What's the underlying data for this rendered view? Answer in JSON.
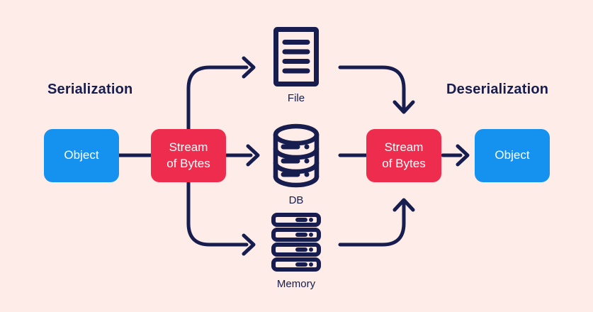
{
  "colors": {
    "bg": "#fdece7",
    "navy": "#171d4e",
    "blue": "#1591f0",
    "red": "#ee2d4e",
    "box-text": "#ffffff"
  },
  "titles": {
    "serialization": "Serialization",
    "deserialization": "Deserialization"
  },
  "serialization_flow": {
    "object": {
      "label": "Object"
    },
    "stream": {
      "line1": "Stream",
      "line2": "of Bytes"
    }
  },
  "targets": [
    {
      "id": "file",
      "label": "File",
      "icon": "file-icon"
    },
    {
      "id": "db",
      "label": "DB",
      "icon": "database-icon"
    },
    {
      "id": "memory",
      "label": "Memory",
      "icon": "server-stack-icon"
    }
  ],
  "deserialization_flow": {
    "stream": {
      "line1": "Stream",
      "line2": "of Bytes"
    },
    "object": {
      "label": "Object"
    }
  }
}
